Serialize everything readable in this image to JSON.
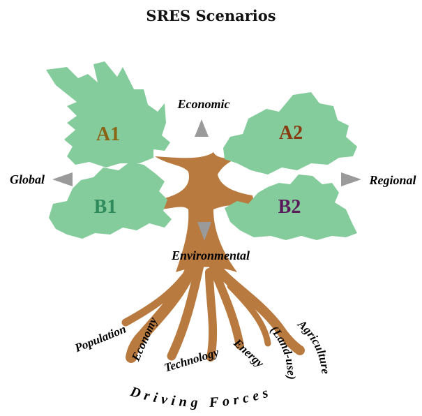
{
  "title": "SRES Scenarios",
  "axes": {
    "up": "Economic",
    "down": "Environmental",
    "left": "Global",
    "right": "Regional"
  },
  "quadrants": {
    "a1": {
      "label": "A1",
      "color": "#8a6214"
    },
    "a2": {
      "label": "A2",
      "color": "#8a3a10"
    },
    "b1": {
      "label": "B1",
      "color": "#2e8a5a"
    },
    "b2": {
      "label": "B2",
      "color": "#5a1a5a"
    }
  },
  "forces": {
    "population": "Population",
    "economy": "Economy",
    "technology": "Technology",
    "energy": "Energy",
    "land_use": "(Land-use)",
    "agriculture": "Agriculture"
  },
  "driving_forces": "Driving Forces",
  "colors": {
    "foliage": "#85cc9c",
    "trunk": "#b97a40",
    "arrow": "#9a9a9a"
  }
}
